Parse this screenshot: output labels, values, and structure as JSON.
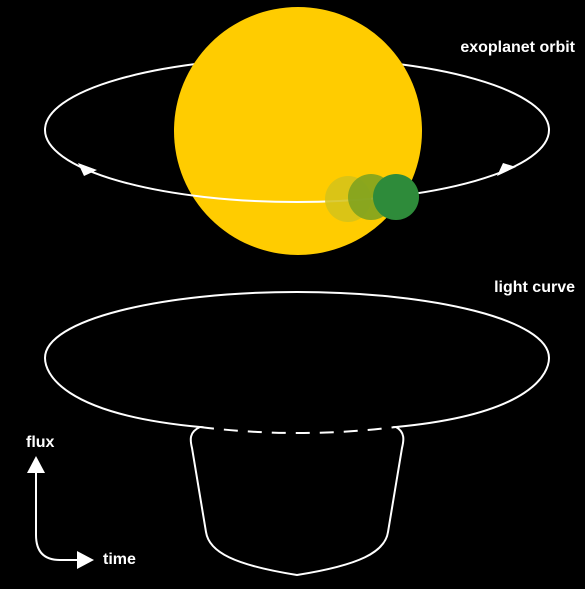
{
  "labels": {
    "orbit": "exoplanet orbit",
    "curve": "light curve",
    "flux": "flux",
    "time": "time"
  },
  "colors": {
    "background": "#000000",
    "star": "#FFCC00",
    "planet": "#2E8B3A",
    "planet_ghost_1": "#7FA31F",
    "planet_ghost_2": "#D4C21A",
    "line": "#FFFFFF"
  },
  "icons": {
    "orbit_direction": "arrowhead-icon",
    "axis_arrows": "arrow-icon"
  }
}
